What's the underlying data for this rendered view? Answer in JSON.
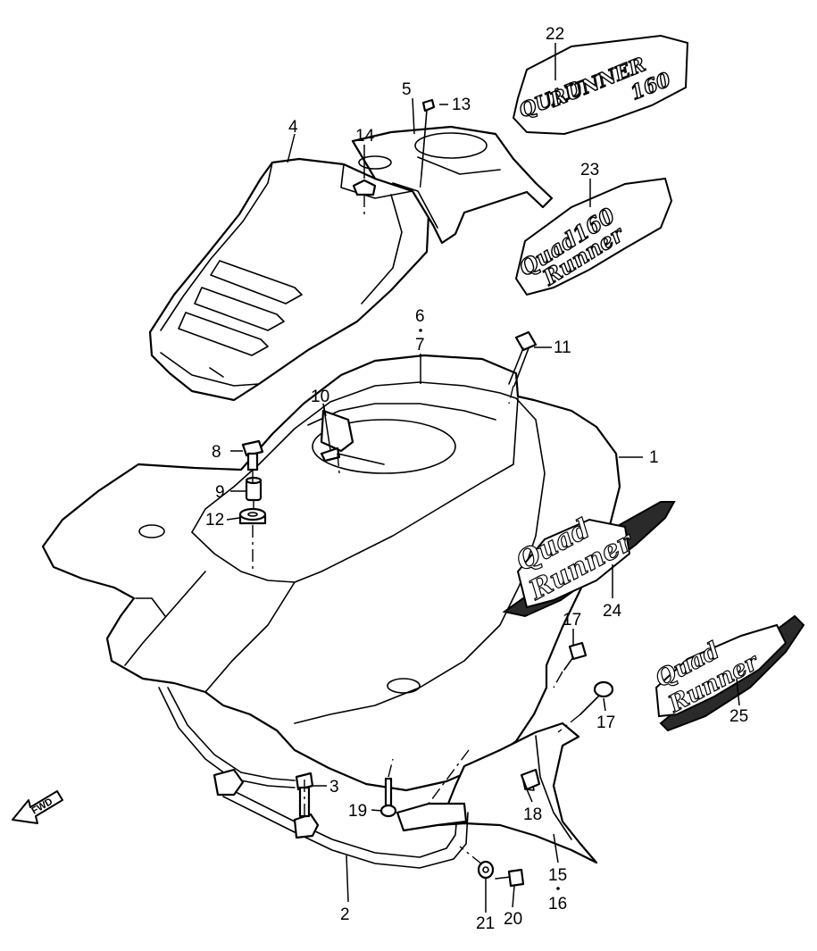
{
  "callouts": [
    {
      "id": "1",
      "text": "1"
    },
    {
      "id": "2",
      "text": "2"
    },
    {
      "id": "3",
      "text": "3"
    },
    {
      "id": "4",
      "text": "4"
    },
    {
      "id": "5",
      "text": "5"
    },
    {
      "id": "6",
      "text": "6"
    },
    {
      "id": "7",
      "text": "7"
    },
    {
      "id": "8",
      "text": "8"
    },
    {
      "id": "9",
      "text": "9"
    },
    {
      "id": "10",
      "text": "10"
    },
    {
      "id": "11",
      "text": "11"
    },
    {
      "id": "12",
      "text": "12"
    },
    {
      "id": "13",
      "text": "13"
    },
    {
      "id": "14",
      "text": "14"
    },
    {
      "id": "15",
      "text": "15"
    },
    {
      "id": "16",
      "text": "16"
    },
    {
      "id": "17",
      "text": "17"
    },
    {
      "id": "18",
      "text": "18"
    },
    {
      "id": "19",
      "text": "19"
    },
    {
      "id": "20",
      "text": "20"
    },
    {
      "id": "21",
      "text": "21"
    },
    {
      "id": "22",
      "text": "22"
    },
    {
      "id": "23",
      "text": "23"
    },
    {
      "id": "24",
      "text": "24"
    },
    {
      "id": "25",
      "text": "25"
    }
  ],
  "fwd_label": "FWD",
  "emblems": {
    "e22": {
      "line1": "QUAD",
      "line2": "RUNNER",
      "line3": "160"
    },
    "e23": {
      "line1": "Quad160",
      "line2": "Runner"
    },
    "e24": {
      "line1": "Quad",
      "line2": "Runner"
    },
    "e25": {
      "line1": "Quad",
      "line2": "Runner"
    }
  }
}
